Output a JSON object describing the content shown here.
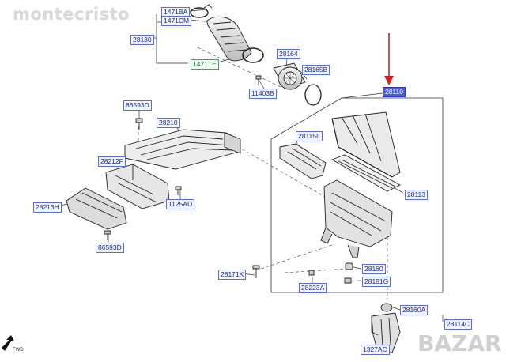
{
  "watermark": {
    "left": "montecristo",
    "right": "BAZAR"
  },
  "labels": {
    "p14718A": "1471BA",
    "p1471CM": "1471CM",
    "p28130": "28130",
    "p1471TE": "1471TE",
    "p28164": "28164",
    "p28165B": "28165B",
    "p11403B": "11403B",
    "p28110": "28110",
    "p86593D_top": "86593D",
    "p28210": "28210",
    "p28115L": "28115L",
    "p28212F": "28212F",
    "p28113": "28113",
    "p1125AD": "1125AD",
    "p28213H": "28213H",
    "p86593D_bot": "86593D",
    "p28160": "28160",
    "p28171K": "28171K",
    "p28181G": "28181G",
    "p28223A": "28223A",
    "p28160A": "28160A",
    "p28114C": "28114C",
    "p1327AC": "1327AC"
  },
  "colors": {
    "label_text": "#1a2a8a",
    "label_border": "#5a6fd0",
    "label_fill": "#f2f5ff",
    "highlight_fill": "#4b5bd6",
    "pointer_arrow": "#d42020",
    "line_art": "#222222",
    "leader": "#333333"
  },
  "icons": [
    "fwd-arrow-icon",
    "pointer-arrow-icon"
  ]
}
